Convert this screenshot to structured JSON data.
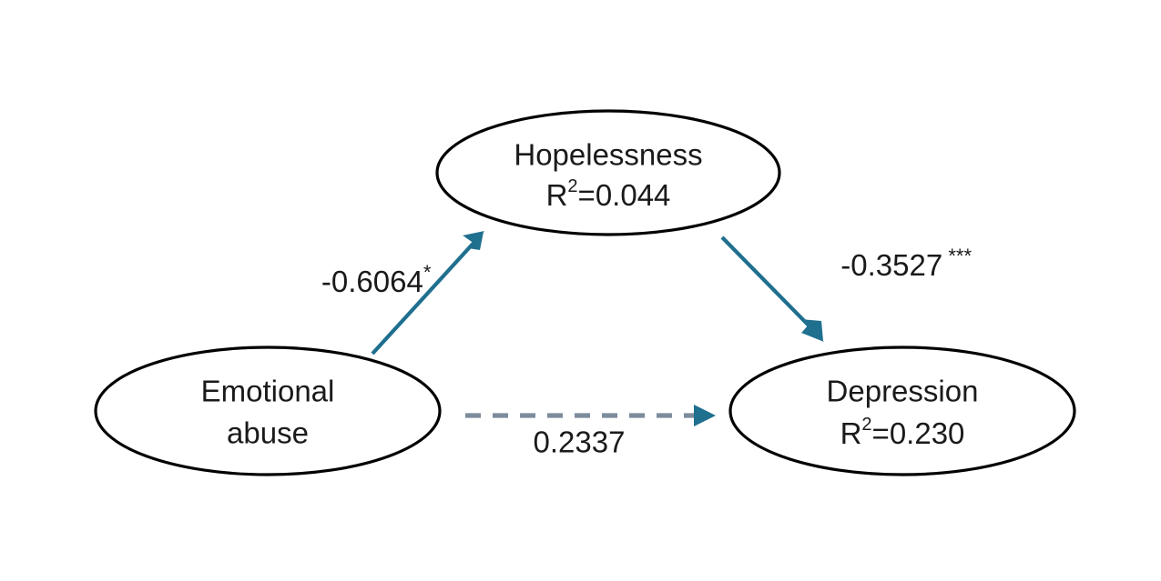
{
  "diagram": {
    "type": "path-analysis-mediation-diagram",
    "background_color": "#FFFFFF",
    "node_stroke_color": "#000000",
    "solid_edge_color": "#1F6F8F",
    "dashed_edge_color": "#7C8C9C",
    "text_color": "#1A1A1A"
  },
  "nodes": {
    "predictor": {
      "id": "emotional-abuse",
      "line1": "Emotional",
      "line2": "abuse",
      "has_r2": false
    },
    "mediator": {
      "id": "hopelessness",
      "line1": "Hopelessness",
      "r2_prefix": "R",
      "r2_exponent": "2",
      "r2_value": "=0.044",
      "has_r2": true
    },
    "outcome": {
      "id": "depression",
      "line1": "Depression",
      "r2_prefix": "R",
      "r2_exponent": "2",
      "r2_value": "=0.230",
      "has_r2": true
    }
  },
  "edges": {
    "a_path": {
      "from": "emotional-abuse",
      "to": "hopelessness",
      "coefficient": "-0.6064",
      "significance": "*",
      "style": "solid",
      "color": "#1F6F8F"
    },
    "b_path": {
      "from": "hopelessness",
      "to": "depression",
      "coefficient": "-0.3527",
      "significance": " ***",
      "style": "solid",
      "color": "#1F6F8F"
    },
    "c_path": {
      "from": "emotional-abuse",
      "to": "depression",
      "coefficient": "0.2337",
      "significance": "",
      "style": "dashed",
      "color": "#7C8C9C"
    }
  }
}
